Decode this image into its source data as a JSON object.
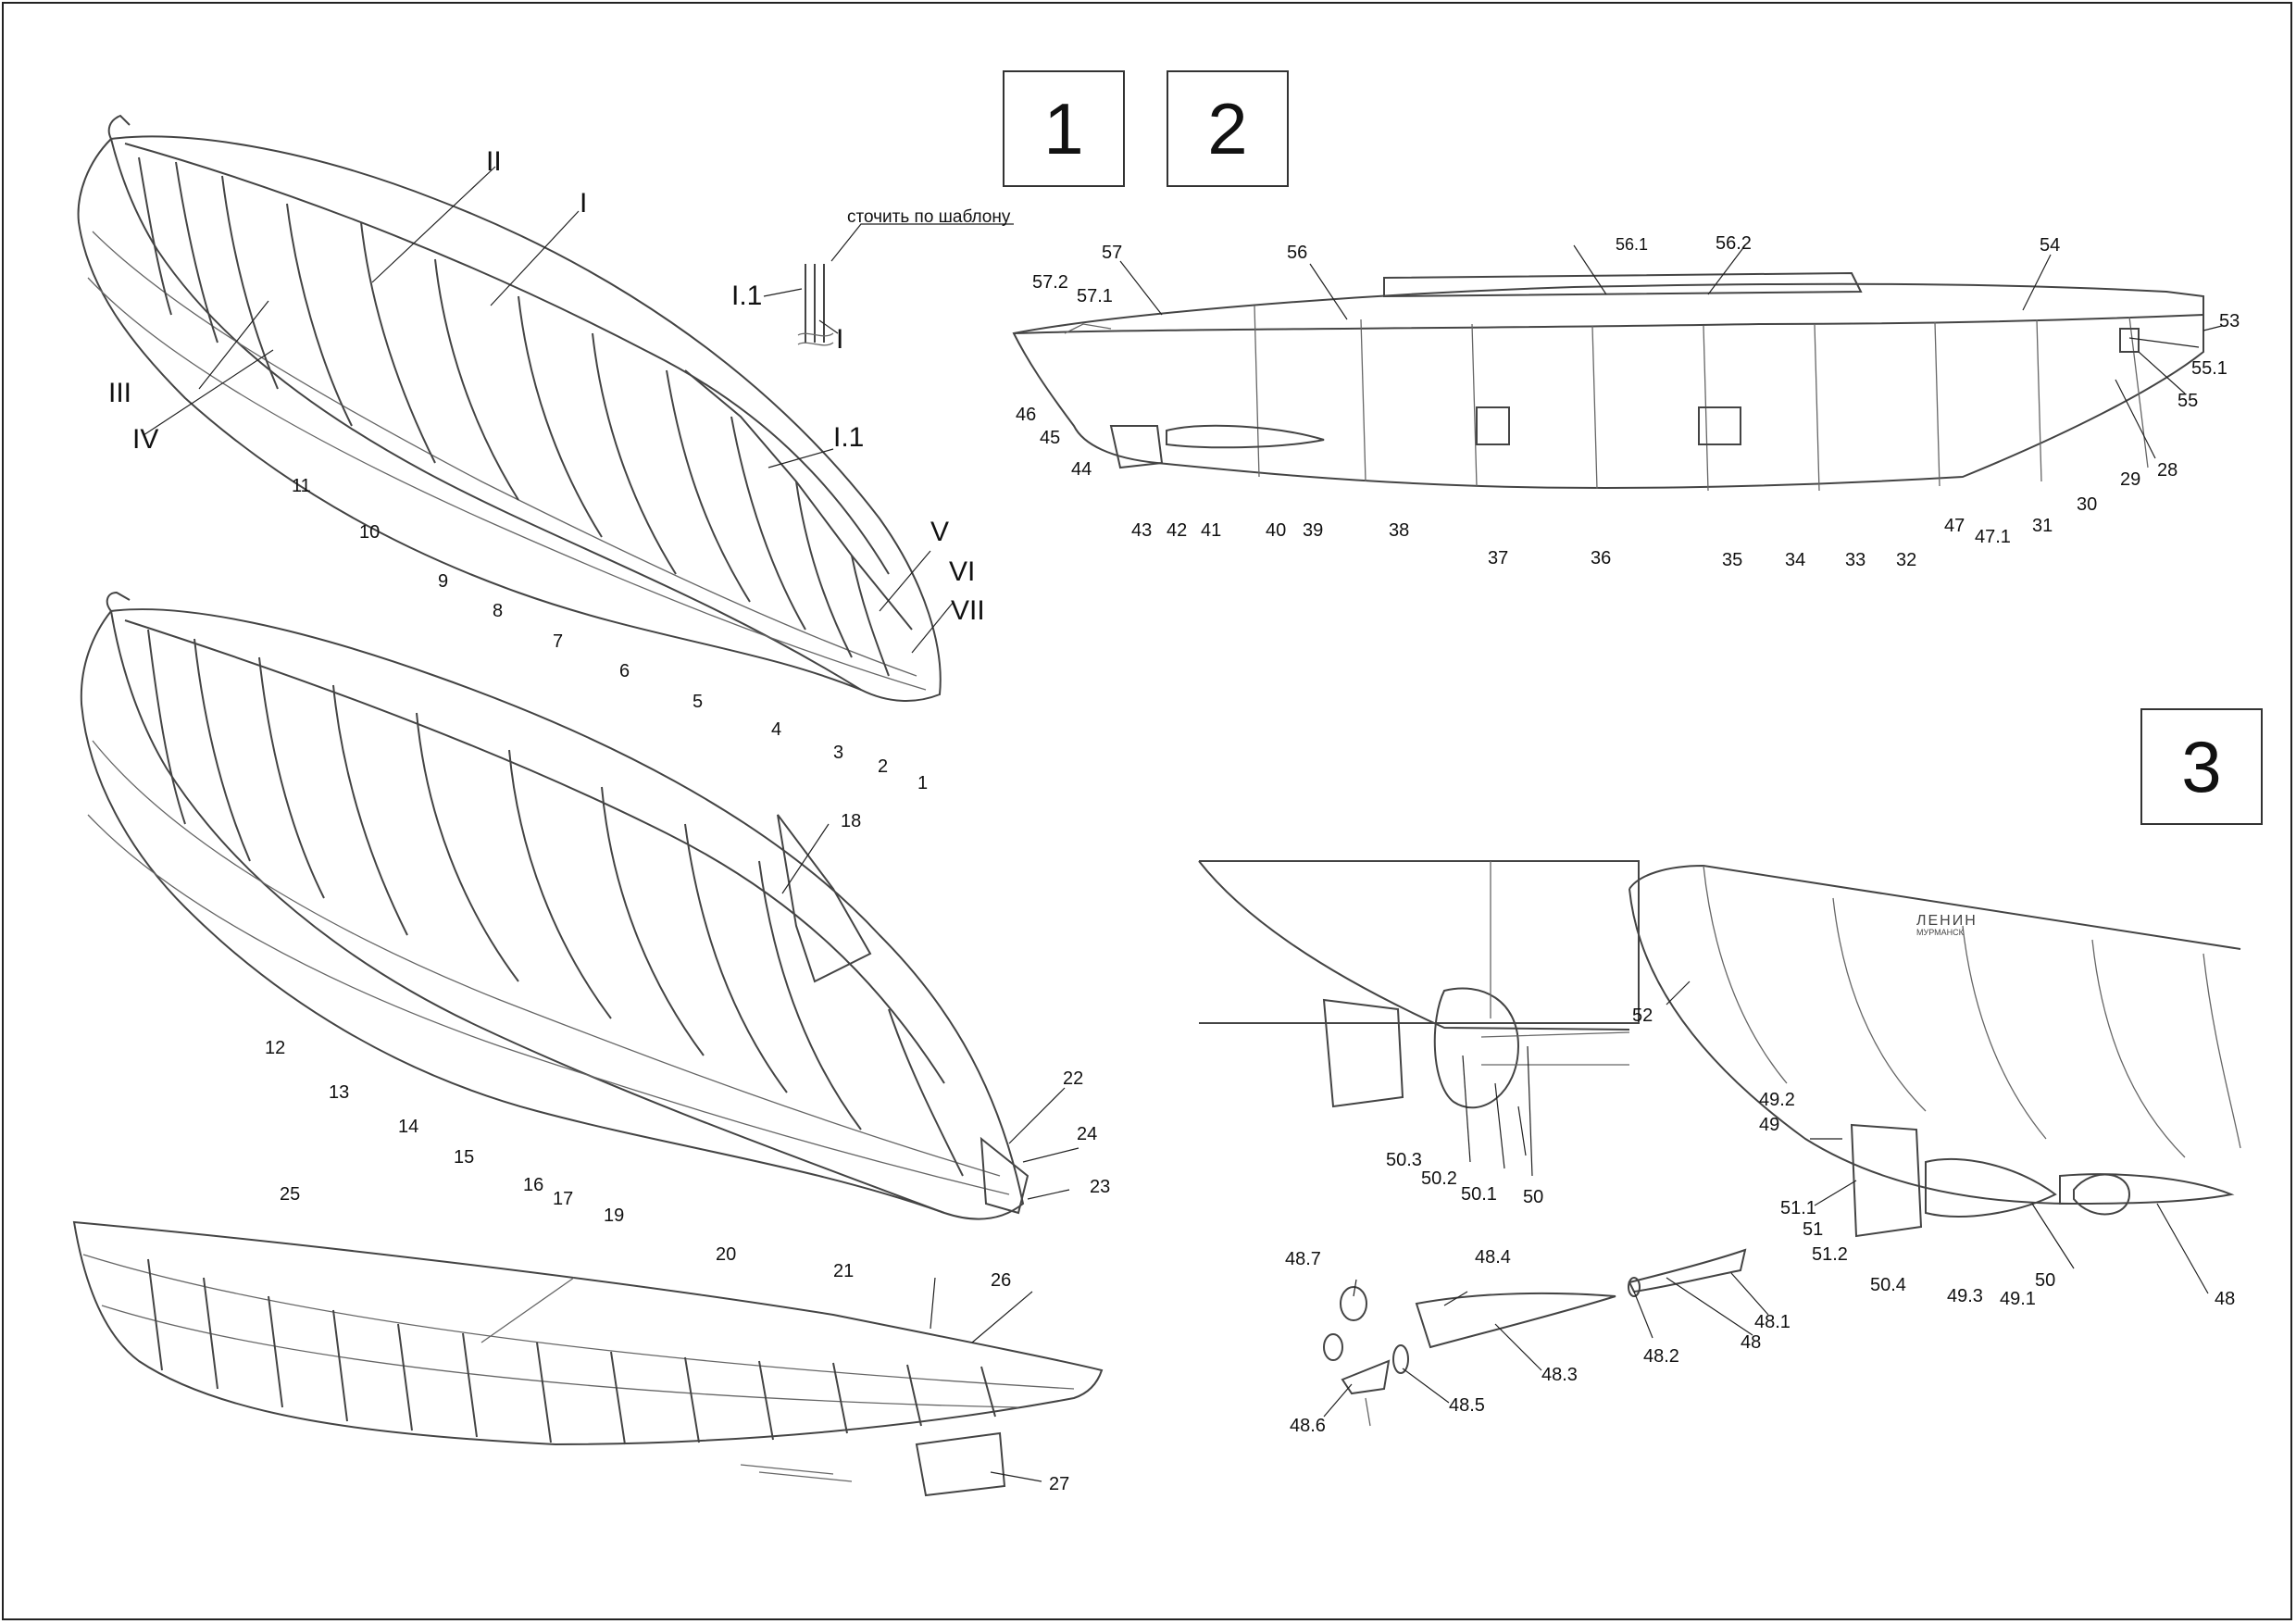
{
  "steps": [
    "1",
    "2",
    "3"
  ],
  "note": "сточить по шаблону",
  "detail_labels": {
    "a": "I.1",
    "b": "I"
  },
  "frame1_roman": [
    "II",
    "I",
    "III",
    "IV",
    "I.1",
    "V",
    "VI",
    "VII"
  ],
  "frame1_parts": [
    "11",
    "10",
    "9",
    "8",
    "7",
    "6",
    "5",
    "4",
    "3",
    "2",
    "1"
  ],
  "frame2_parts": [
    "18",
    "12",
    "13",
    "14",
    "15",
    "16",
    "17",
    "19",
    "20",
    "21",
    "22",
    "24",
    "23"
  ],
  "hull_parts": [
    "25",
    "26",
    "27"
  ],
  "profile_top": [
    "57",
    "57.2",
    "57.1",
    "56",
    "56.1",
    "56.2",
    "54",
    "53",
    "55.1",
    "55"
  ],
  "profile_bottom": [
    "46",
    "45",
    "44",
    "43",
    "42",
    "41",
    "40",
    "39",
    "38",
    "37",
    "36",
    "35",
    "34",
    "33",
    "32",
    "47",
    "47.1",
    "31",
    "30",
    "29",
    "28"
  ],
  "stern_left": [
    "50.3",
    "50.2",
    "50.1",
    "50"
  ],
  "stern_right": [
    "52",
    "49.2",
    "49",
    "51.1",
    "51",
    "51.2",
    "50.4",
    "49.3",
    "49.1",
    "50",
    "48"
  ],
  "propeller_parts": [
    "48.7",
    "48.4",
    "48.3",
    "48.6",
    "48.5",
    "48.2",
    "48",
    "48.1"
  ],
  "hull_name": "ЛЕНИН",
  "hull_port": "МУРМАНСК",
  "icons": [
    "hull-frame-drawing",
    "hull-profile-drawing",
    "propeller-drawing"
  ]
}
